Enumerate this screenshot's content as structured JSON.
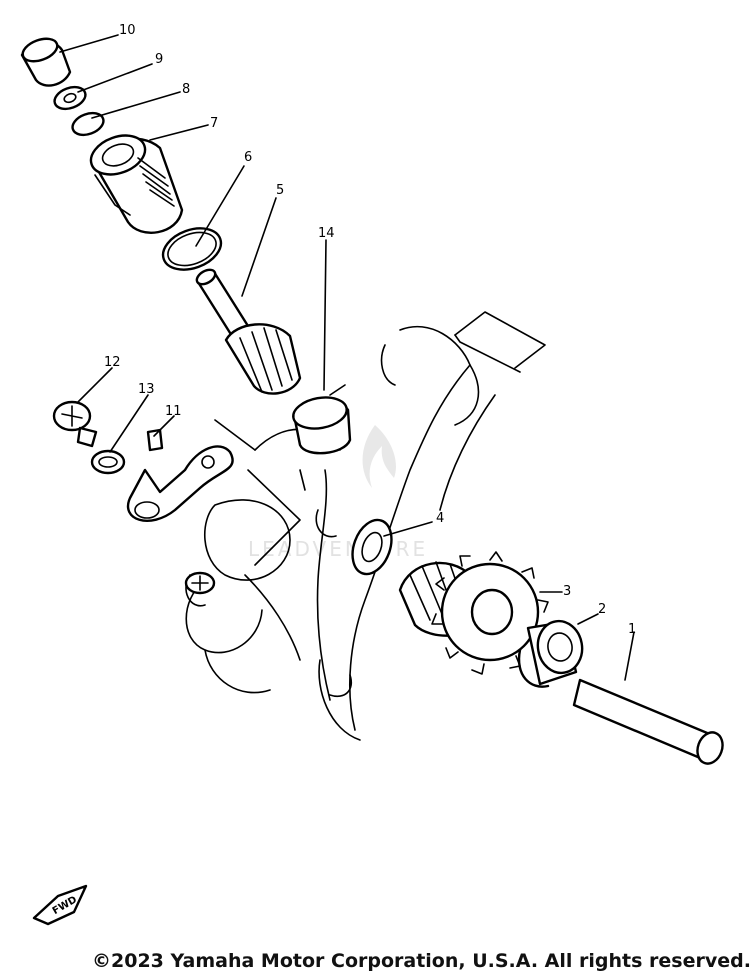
{
  "callouts": [
    "1",
    "2",
    "3",
    "4",
    "5",
    "6",
    "7",
    "8",
    "9",
    "10",
    "11",
    "12",
    "13",
    "14"
  ],
  "fwd_label": "FWD",
  "watermark": "LEADVENTURE",
  "copyright": "©2023 Yamaha Motor Corporation, U.S.A. All rights reserved."
}
